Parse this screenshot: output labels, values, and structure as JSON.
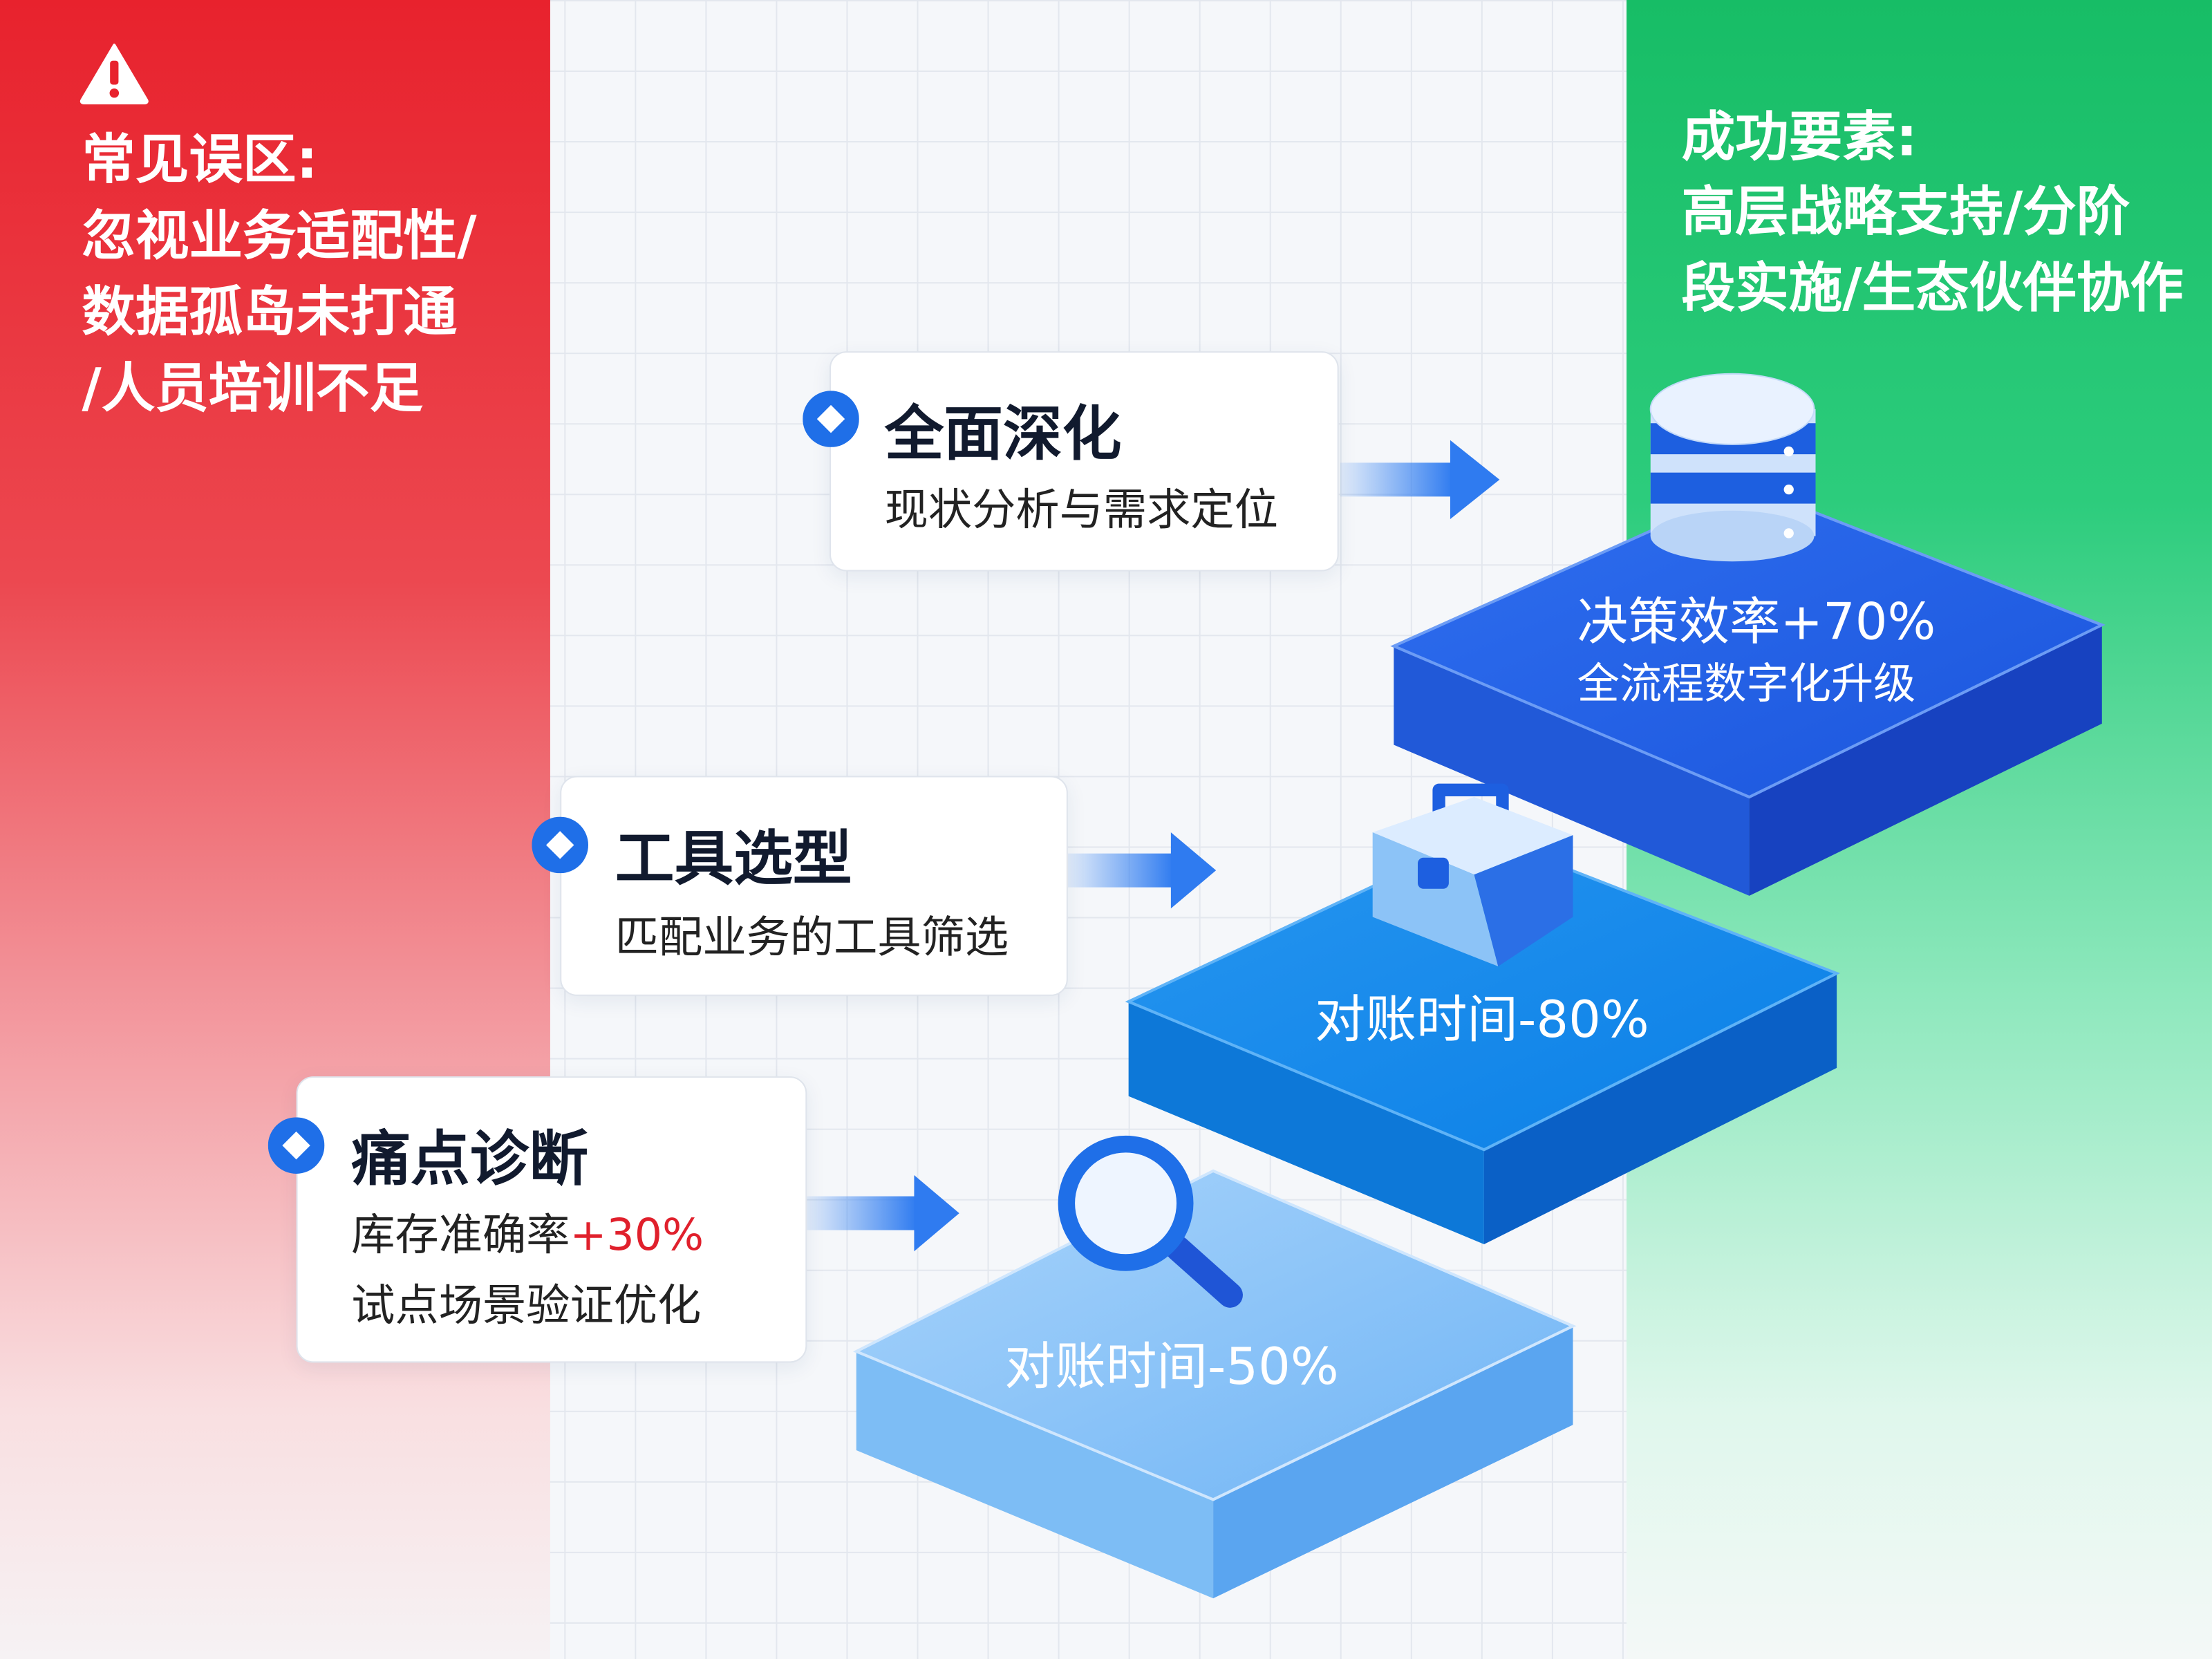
{
  "pitfalls": {
    "heading": "常见误区:",
    "lines": [
      "忽视业务适配性/",
      "数据孤岛未打通",
      "/人员培训不足"
    ]
  },
  "success": {
    "heading": "成功要素:",
    "lines": [
      "高层战略支持/分阶",
      "段实施/生态伙伴协作"
    ]
  },
  "steps": [
    {
      "title": "痛点诊断",
      "sub1_prefix": "库存准确率",
      "sub1_highlight": "+30%",
      "sub2": "试点场景验证优化",
      "platform_label": "对账时间-50%"
    },
    {
      "title": "工具选型",
      "sub1": "匹配业务的工具筛选",
      "platform_label": "对账时间-80%"
    },
    {
      "title": "全面深化",
      "sub1": "现状分析与需求定位",
      "platform_label": "决策效率+70%",
      "platform_sub": "全流程数字化升级"
    }
  ],
  "colors": {
    "red": "#e8222d",
    "green": "#17bd66",
    "blue": "#1f5fe0",
    "highlight": "#e0202c"
  }
}
